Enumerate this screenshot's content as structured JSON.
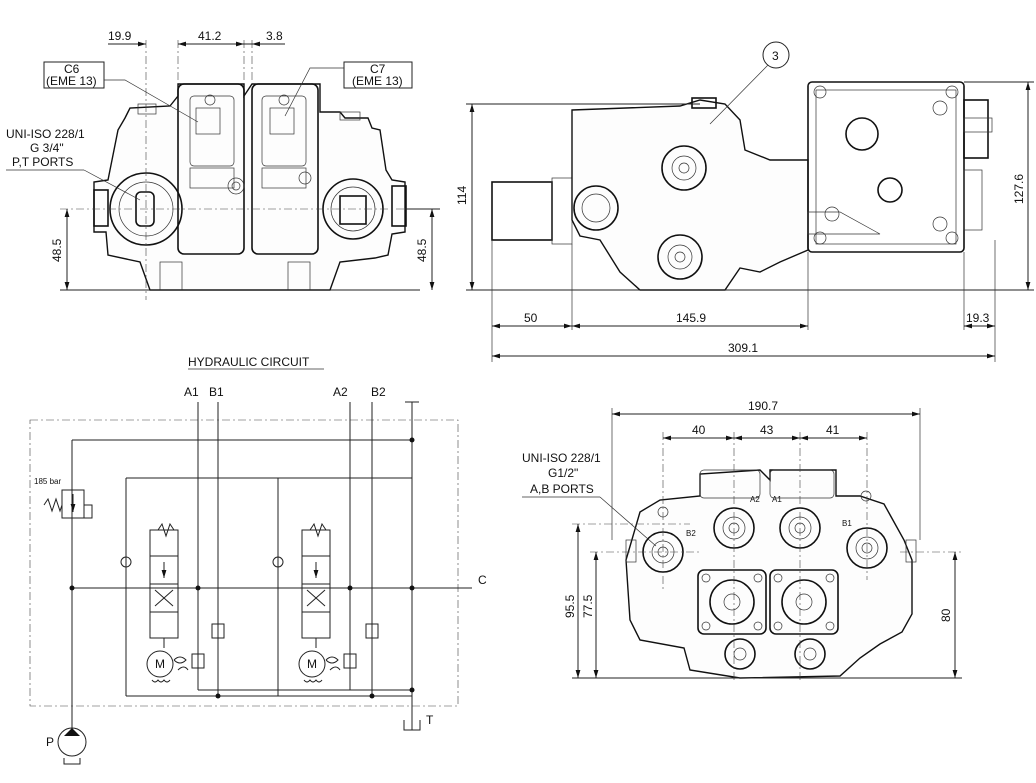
{
  "front_view": {
    "dims": {
      "d1": "19.9",
      "d2": "41.2",
      "d3": "3.8",
      "left_height": "48.5",
      "right_height": "48.5"
    },
    "labels": {
      "c6_line1": "C6",
      "c6_line2": "(EME 13)",
      "c7_line1": "C7",
      "c7_line2": "(EME 13)",
      "ports_line1": "UNI-ISO 228/1",
      "ports_line2": "G 3/4\"",
      "ports_line3": "P,T PORTS"
    }
  },
  "side_view": {
    "balloon": "3",
    "dims": {
      "height": "114",
      "height_right": "127.6",
      "d50": "50",
      "d145": "145.9",
      "d19": "19.3",
      "total": "309.1"
    }
  },
  "circuit": {
    "title": "HYDRAULIC CIRCUIT",
    "labels": {
      "a1": "A1",
      "b1": "B1",
      "a2": "A2",
      "b2": "B2",
      "c": "C",
      "p": "P",
      "t": "T",
      "relief": "185 bar",
      "motor": "M"
    }
  },
  "bottom_view": {
    "dims": {
      "width": "190.7",
      "d40": "40",
      "d43": "43",
      "d41": "41",
      "h95": "95.5",
      "h77": "77.5",
      "h80": "80"
    },
    "labels": {
      "ports_line1": "UNI-ISO 228/1",
      "ports_line2": "G1/2\"",
      "ports_line3": "A,B PORTS",
      "b2": "B2",
      "a2": "A2",
      "a1": "A1",
      "b1": "B1"
    }
  }
}
